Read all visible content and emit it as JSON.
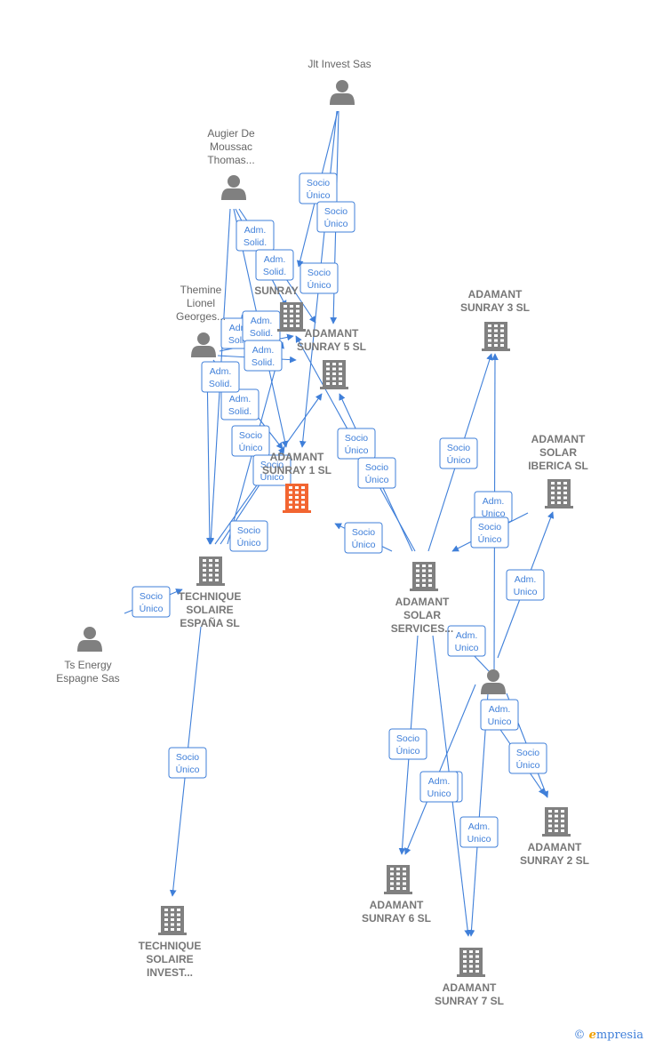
{
  "nodes": [
    {
      "id": "jlt",
      "type": "person",
      "label": [
        "Jlt Invest Sas"
      ]
    },
    {
      "id": "augier",
      "type": "person",
      "label": [
        "Augier De",
        "Moussac",
        "Thomas..."
      ]
    },
    {
      "id": "themine",
      "type": "person",
      "label": [
        "Themine",
        "Lionel",
        "Georges..."
      ]
    },
    {
      "id": "tsenergy",
      "type": "person",
      "label": [
        "Ts Energy",
        "Espagne Sas"
      ]
    },
    {
      "id": "person_mid",
      "type": "person",
      "label": []
    },
    {
      "id": "sunray4",
      "type": "company",
      "label": [
        "SUNRAY"
      ]
    },
    {
      "id": "sunray5",
      "type": "company",
      "label": [
        "ADAMANT",
        "SUNRAY 5  SL"
      ]
    },
    {
      "id": "sunray1",
      "type": "company",
      "focus": true,
      "label": [
        "ADAMANT",
        "SUNRAY 1  SL"
      ]
    },
    {
      "id": "sunray3",
      "type": "company",
      "label": [
        "ADAMANT",
        "SUNRAY 3  SL"
      ]
    },
    {
      "id": "iberica",
      "type": "company",
      "label": [
        "ADAMANT",
        "SOLAR",
        "IBERICA  SL"
      ]
    },
    {
      "id": "services",
      "type": "company",
      "label": [
        "ADAMANT",
        "SOLAR",
        "SERVICES..."
      ]
    },
    {
      "id": "tse",
      "type": "company",
      "label": [
        "TECHNIQUE",
        "SOLAIRE",
        "ESPAÑA  SL"
      ]
    },
    {
      "id": "tsi",
      "type": "company",
      "label": [
        "TECHNIQUE",
        "SOLAIRE",
        "INVEST..."
      ]
    },
    {
      "id": "sunray2",
      "type": "company",
      "label": [
        "ADAMANT",
        "SUNRAY 2  SL"
      ]
    },
    {
      "id": "sunray6",
      "type": "company",
      "label": [
        "ADAMANT",
        "SUNRAY 6  SL"
      ]
    },
    {
      "id": "sunray7",
      "type": "company",
      "label": [
        "ADAMANT",
        "SUNRAY 7  SL"
      ]
    }
  ],
  "edges": [
    {
      "from": "jlt",
      "to": "sunray4",
      "label": [
        "Socio",
        "Único"
      ]
    },
    {
      "from": "jlt",
      "to": "sunray5",
      "label": [
        "Socio",
        "Único"
      ]
    },
    {
      "from": "jlt",
      "to": "sunray1",
      "label": [
        "Socio",
        "Único"
      ]
    },
    {
      "from": "augier",
      "to": "sunray4",
      "label": [
        "Adm.",
        "Solid."
      ]
    },
    {
      "from": "augier",
      "to": "sunray5",
      "label": [
        "Adm.",
        "Solid."
      ]
    },
    {
      "from": "augier",
      "to": "sunray1",
      "label": [
        "Adm.",
        "Solid."
      ]
    },
    {
      "from": "augier",
      "to": "tse",
      "label": [
        "Adm.",
        "Solid."
      ]
    },
    {
      "from": "themine",
      "to": "sunray4",
      "label": [
        "Adm.",
        "Solid."
      ]
    },
    {
      "from": "themine",
      "to": "sunray5",
      "label": [
        "Adm.",
        "Solid."
      ]
    },
    {
      "from": "themine",
      "to": "sunray1",
      "label": [
        "Adm.",
        "Solid."
      ]
    },
    {
      "from": "themine",
      "to": "tse",
      "label": [
        "Adm.",
        "Solid."
      ]
    },
    {
      "from": "tse",
      "to": "sunray5",
      "label": [
        "Socio",
        "Único"
      ]
    },
    {
      "from": "tse",
      "to": "sunray1",
      "label": [
        "Socio",
        "Único"
      ]
    },
    {
      "from": "tse",
      "to": "sunray4",
      "label": [
        "Socio",
        "Único"
      ]
    },
    {
      "from": "services",
      "to": "sunray4",
      "label": [
        "Socio",
        "Único"
      ]
    },
    {
      "from": "services",
      "to": "sunray5",
      "label": [
        "Socio",
        "Único"
      ]
    },
    {
      "from": "services",
      "to": "sunray1",
      "label": [
        "Socio",
        "Único"
      ]
    },
    {
      "from": "services",
      "to": "sunray3",
      "label": [
        "Socio",
        "Único"
      ]
    },
    {
      "from": "services",
      "to": "sunray6",
      "label": [
        "Socio",
        "Único"
      ]
    },
    {
      "from": "services",
      "to": "sunray7",
      "label": [
        "Socio",
        "Único"
      ]
    },
    {
      "from": "services",
      "to": "sunray2",
      "label": [
        "Socio",
        "Único"
      ]
    },
    {
      "from": "tsenergy",
      "to": "tse",
      "label": [
        "Socio",
        "Único"
      ]
    },
    {
      "from": "tse",
      "to": "tsi",
      "label": [
        "Socio",
        "Único"
      ]
    },
    {
      "from": "person_mid",
      "to": "sunray3",
      "label": [
        "Adm.",
        "Unico"
      ]
    },
    {
      "from": "person_mid",
      "to": "iberica",
      "label": [
        "Adm.",
        "Unico"
      ]
    },
    {
      "from": "person_mid",
      "to": "services",
      "label": [
        "Adm.",
        "Unico"
      ]
    },
    {
      "from": "person_mid",
      "to": "sunray2",
      "label": [
        "Adm.",
        "Unico"
      ]
    },
    {
      "from": "person_mid",
      "to": "sunray6",
      "label": [
        "Adm.",
        "Unico"
      ]
    },
    {
      "from": "person_mid",
      "to": "sunray7",
      "label": [
        "Adm.",
        "Unico"
      ]
    },
    {
      "from": "iberica",
      "to": "sunray1",
      "label": [
        "Socio",
        "Único"
      ]
    }
  ],
  "brand": {
    "copyright": "©",
    "first": "e",
    "rest": "mpresia"
  },
  "colors": {
    "edge": "#3f7fd9",
    "node": "#808080",
    "focus": "#f26531"
  }
}
